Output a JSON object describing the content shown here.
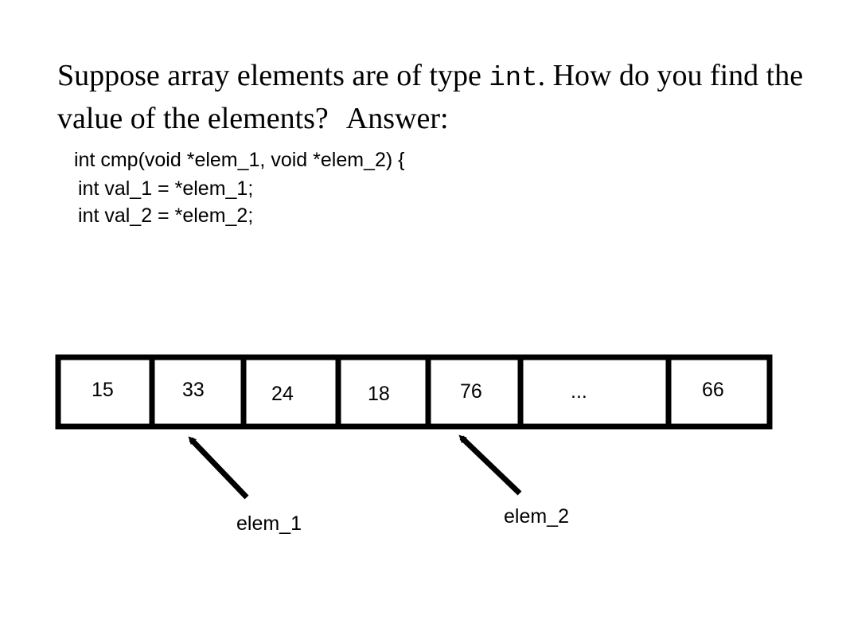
{
  "question": {
    "part1": "Suppose array elements are of type",
    "type_code": "int",
    "part2": ". How do you find the value of the elements?",
    "answer_label": "Answer:"
  },
  "code_lines": [
    "int cmp(void *elem_1, void *elem_2) {",
    "int val_1 = *elem_1;",
    "int val_2 = *elem_2;"
  ],
  "array": {
    "cells": [
      "15",
      "33",
      "24",
      "18",
      "76",
      "...",
      "66"
    ]
  },
  "pointers": {
    "elem_1": "elem_1",
    "elem_2": "elem_2"
  }
}
